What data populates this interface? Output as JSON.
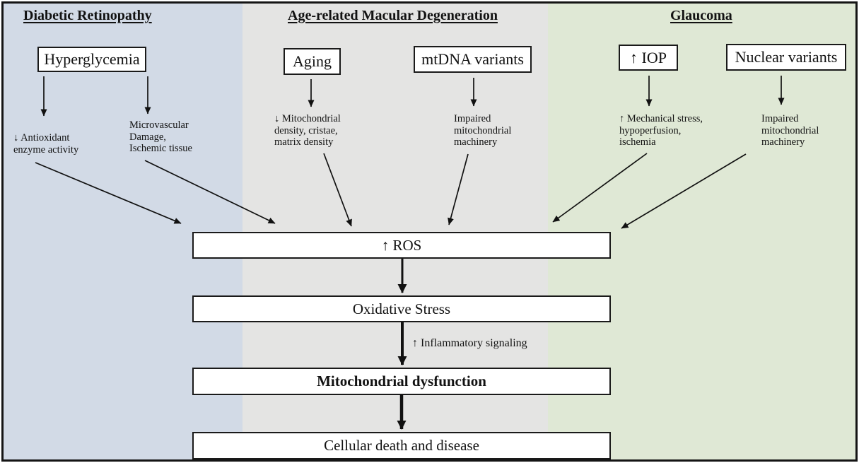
{
  "columns": [
    {
      "title": "Diabetic Retinopathy",
      "bg": "#d2dae6",
      "boxes": [
        {
          "label": "Hyperglycemia"
        }
      ],
      "notes": [
        {
          "lines": [
            "↓ Antioxidant",
            "enzyme activity"
          ]
        },
        {
          "lines": [
            "Microvascular",
            "Damage,",
            "Ischemic tissue"
          ]
        }
      ]
    },
    {
      "title": "Age-related Macular Degeneration",
      "bg": "#e4e4e3",
      "boxes": [
        {
          "label": "Aging"
        },
        {
          "label": "mtDNA variants"
        }
      ],
      "notes": [
        {
          "lines": [
            "↓ Mitochondrial",
            "density, cristae,",
            "matrix density"
          ]
        },
        {
          "lines": [
            "Impaired",
            "mitochondrial",
            "machinery"
          ]
        }
      ]
    },
    {
      "title": "Glaucoma",
      "bg": "#dfe8d5",
      "boxes": [
        {
          "label": "↑ IOP"
        },
        {
          "label": "Nuclear variants"
        }
      ],
      "notes": [
        {
          "lines": [
            "↑ Mechanical stress,",
            "hypoperfusion,",
            "ischemia"
          ]
        },
        {
          "lines": [
            "Impaired",
            "mitochondrial",
            "machinery"
          ]
        }
      ]
    }
  ],
  "cascade": [
    {
      "label": "↑ ROS"
    },
    {
      "label": "Oxidative Stress"
    },
    {
      "label": "Mitochondrial dysfunction"
    },
    {
      "label": "Cellular death and disease"
    }
  ],
  "flow_label": "↑ Inflammatory signaling",
  "colors": {
    "frame_border": "#141414",
    "box_fill": "#ffffff",
    "box_border": "#1a1a1a",
    "arrow": "#111111",
    "column_dr_bg": "#d2dae6",
    "column_amd_bg": "#e4e4e3",
    "column_glaucoma_bg": "#dfe8d5"
  }
}
